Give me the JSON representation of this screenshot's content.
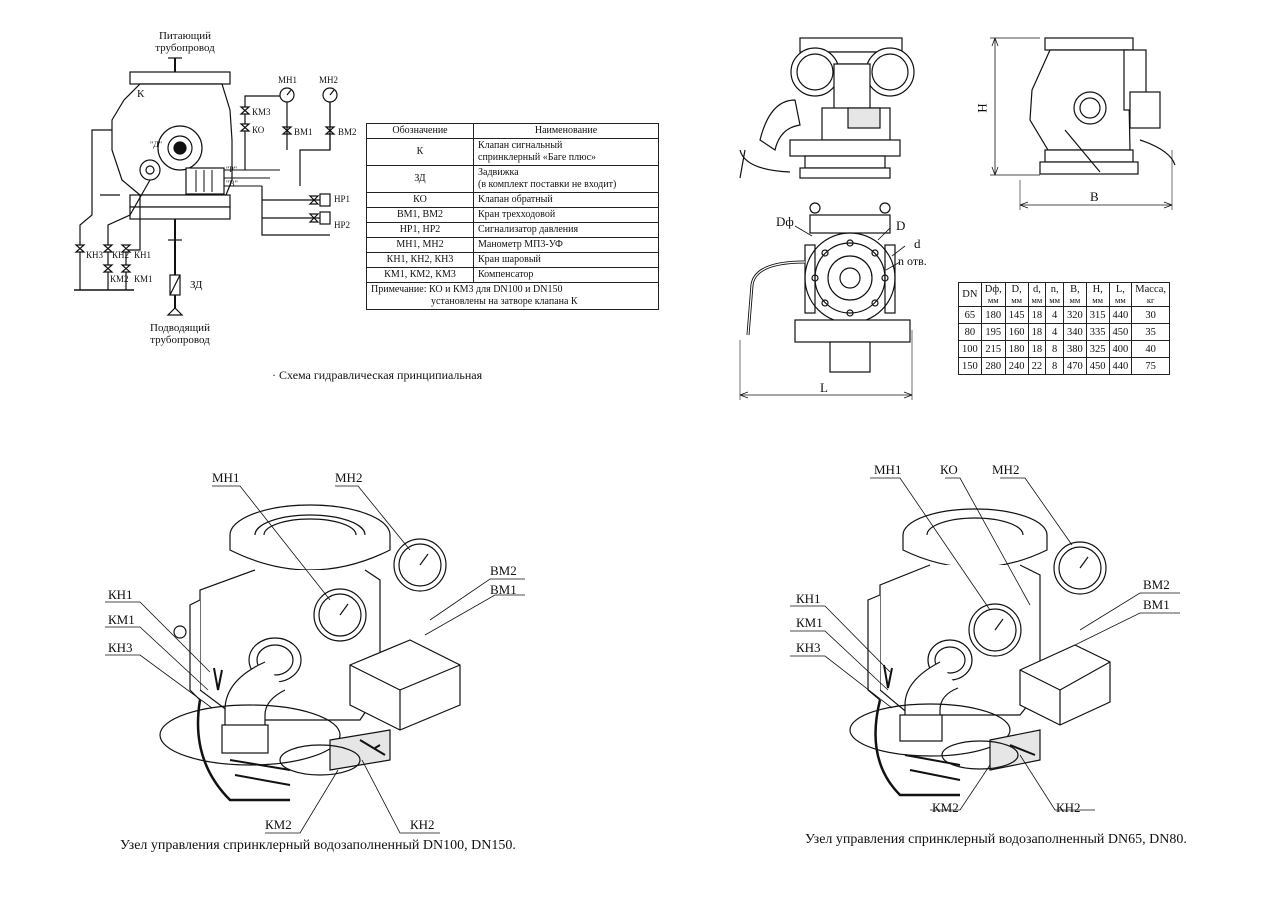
{
  "schematic": {
    "supply_label_line1": "Питающий",
    "supply_label_line2": "трубопровод",
    "feed_label_line1": "Подводящий",
    "feed_label_line2": "трубопровод",
    "caption": "· Схема гидравлическая принципиальная",
    "tags": {
      "k": "К",
      "mn1": "МН1",
      "mn2": "МН2",
      "km3": "КМ3",
      "ko": "КО",
      "vm1": "ВМ1",
      "vm2": "ВМ2",
      "nr1": "НР1",
      "nr2": "НР2",
      "kn3": "КН3",
      "kn2": "КН2",
      "kn1": "КН1",
      "km2": "КМ2",
      "km1": "КМ1",
      "zd": "ЗД",
      "port_d": "\"Д\"",
      "port_p": "\"Р\"",
      "port_v": "\"В\""
    }
  },
  "legend": {
    "headers": [
      "Обозначение",
      "Наименование"
    ],
    "rows": [
      {
        "code": "К",
        "name_line1": "Клапан сигнальный",
        "name_line2": "спринклерный «Баге плюс»"
      },
      {
        "code": "ЗД",
        "name_line1": "Задвижка",
        "name_line2": "(в  комплект поставки не входит)"
      },
      {
        "code": "КО",
        "name_line1": "Клапан обратный",
        "name_line2": ""
      },
      {
        "code": "ВМ1, ВМ2",
        "name_line1": "Кран трехходовой",
        "name_line2": ""
      },
      {
        "code": "НР1, НР2",
        "name_line1": "Сигнализатор давления",
        "name_line2": ""
      },
      {
        "code": "МН1, МН2",
        "name_line1": "Манометр МП3-УФ",
        "name_line2": ""
      },
      {
        "code": "КН1, КН2, КН3",
        "name_line1": "Кран шаровый",
        "name_line2": ""
      },
      {
        "code": "КМ1, КМ2, КМ3",
        "name_line1": "Компенсатор",
        "name_line2": ""
      }
    ],
    "note_line1": "Примечание: КО и КМ3 для DN100 и DN150",
    "note_line2": "установлены на затворе клапана К"
  },
  "dimension_labels": {
    "h": "H",
    "b": "B",
    "l": "L",
    "df": "Dф",
    "d_big": "D",
    "d_small": "d",
    "n_holes": "n отв."
  },
  "dims_table": {
    "headers": [
      {
        "name": "DN",
        "unit": ""
      },
      {
        "name": "Dф,",
        "unit": "мм"
      },
      {
        "name": "D,",
        "unit": "мм"
      },
      {
        "name": "d,",
        "unit": "мм"
      },
      {
        "name": "n,",
        "unit": "мм"
      },
      {
        "name": "B,",
        "unit": "мм"
      },
      {
        "name": "H,",
        "unit": "мм"
      },
      {
        "name": "L,",
        "unit": "мм"
      },
      {
        "name": "Масса,",
        "unit": "кг"
      }
    ],
    "rows": [
      [
        "65",
        "180",
        "145",
        "18",
        "4",
        "320",
        "315",
        "440",
        "30"
      ],
      [
        "80",
        "195",
        "160",
        "18",
        "4",
        "340",
        "335",
        "450",
        "35"
      ],
      [
        "100",
        "215",
        "180",
        "18",
        "8",
        "380",
        "325",
        "400",
        "40"
      ],
      [
        "150",
        "280",
        "240",
        "22",
        "8",
        "470",
        "450",
        "440",
        "75"
      ]
    ]
  },
  "left_assembly": {
    "labels": {
      "mn1": "МН1",
      "mn2": "МН2",
      "vm2": "ВМ2",
      "vm1": "ВМ1",
      "kn1": "КН1",
      "km1": "КМ1",
      "kn3": "КН3",
      "km2": "КМ2",
      "kn2": "КН2"
    },
    "caption": "Узел управления спринклерный водозаполненный DN100, DN150."
  },
  "right_assembly": {
    "labels": {
      "mn1": "МН1",
      "ko": "КО",
      "mn2": "МН2",
      "vm2": "ВМ2",
      "vm1": "ВМ1",
      "kn1": "КН1",
      "km1": "КМ1",
      "kn3": "КН3",
      "km2": "КМ2",
      "kn2": "КН2"
    },
    "caption": "Узел управления спринклерный водозаполненный DN65, DN80."
  },
  "colors": {
    "line": "#111111",
    "fill": "#ffffff",
    "shade": "#e6e6e6"
  }
}
